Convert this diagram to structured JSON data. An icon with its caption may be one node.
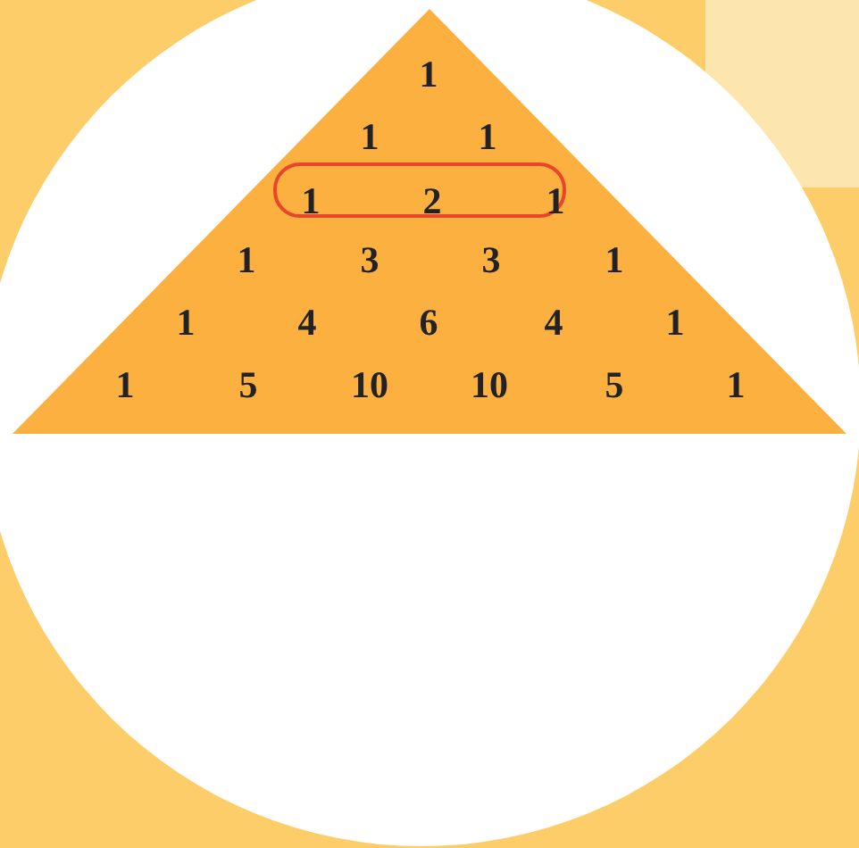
{
  "diagram": {
    "nodes": [
      {
        "text": [
          "1",
          "1",
          "1",
          "1",
          "3",
          "3",
          "1",
          "1",
          "4",
          "6",
          "4",
          "1",
          "1",
          "5",
          "10",
          "10",
          "5",
          "1"
        ]
      },
      {
        "text": [
          "1",
          "2",
          "1"
        ],
        "in": 0
      }
    ]
  }
}
